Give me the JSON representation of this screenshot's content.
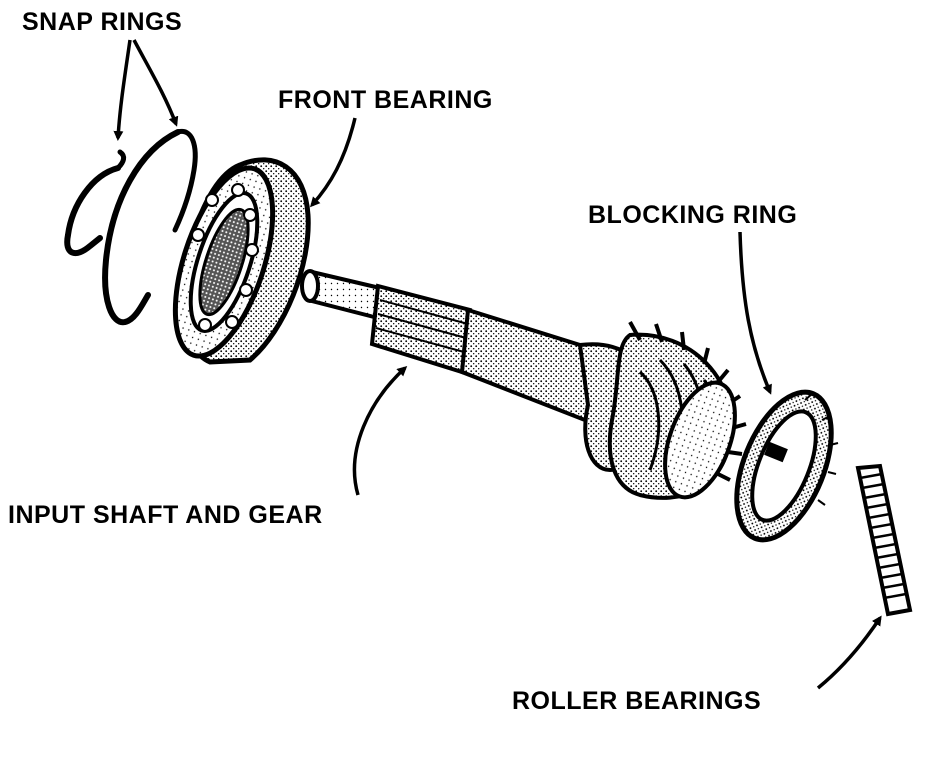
{
  "labels": {
    "snap_rings": "SNAP RINGS",
    "front_bearing": "FRONT BEARING",
    "blocking_ring": "BLOCKING RING",
    "input_shaft_and_gear": "INPUT SHAFT AND GEAR",
    "roller_bearings": "ROLLER BEARINGS"
  },
  "colors": {
    "ink": "#000000",
    "paper": "#ffffff",
    "shade": "#bdbdbd",
    "light_shade": "#e6e6e6"
  }
}
